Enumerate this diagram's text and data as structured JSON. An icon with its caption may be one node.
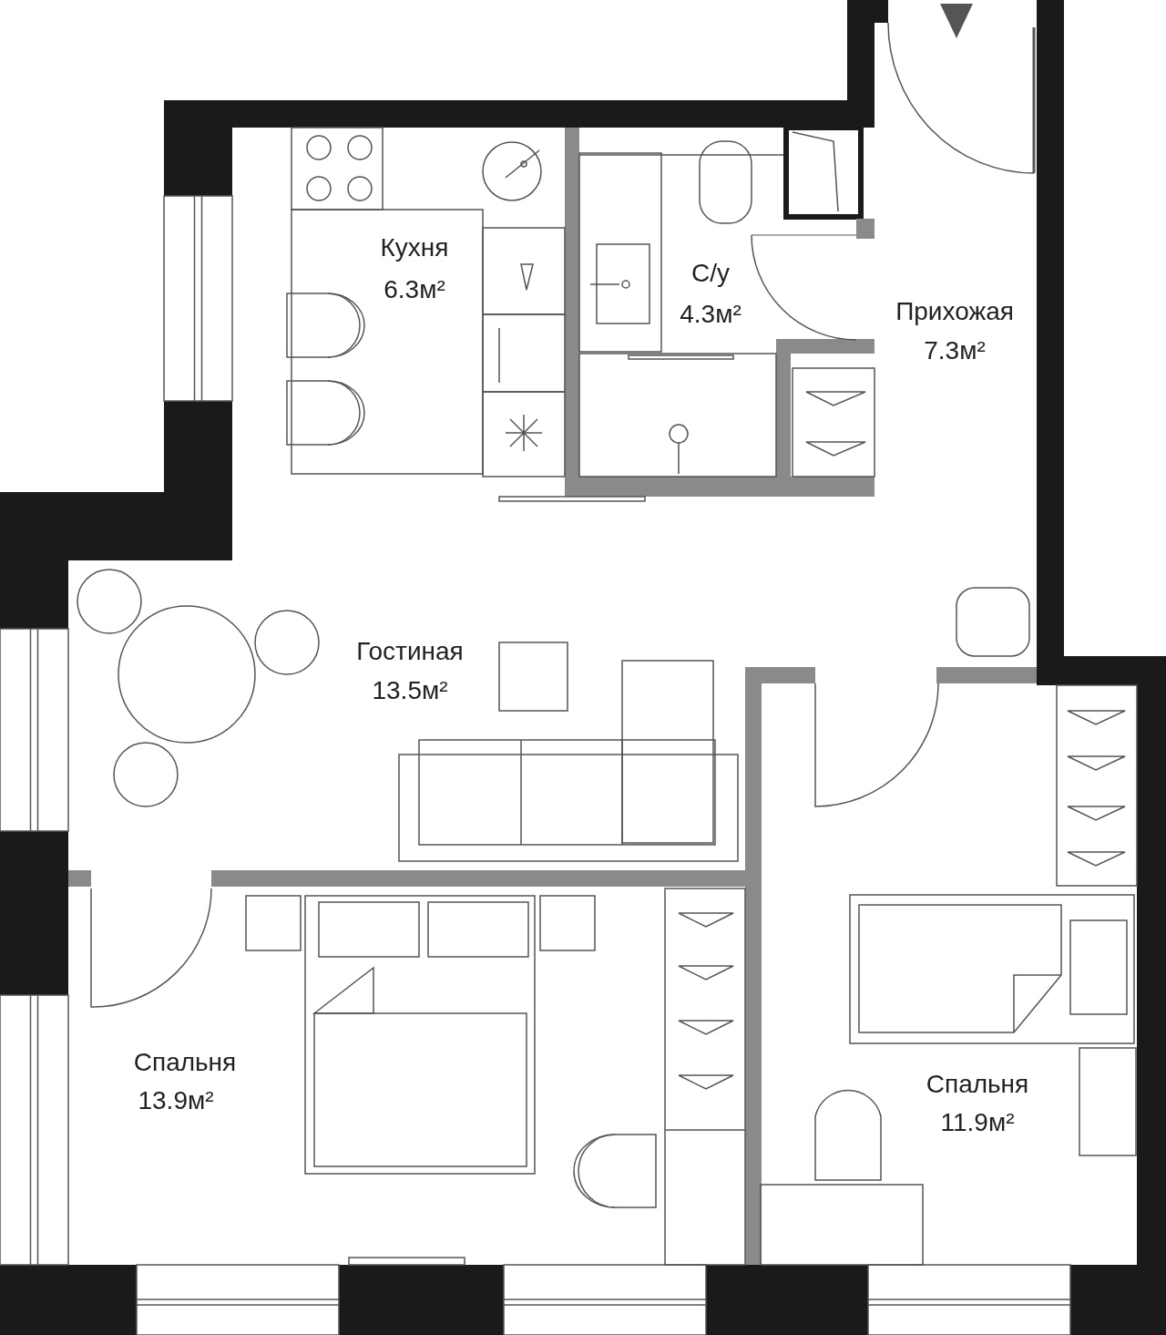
{
  "diagram": {
    "labels": [
      "Кухня",
      "6.3м²",
      "С/у",
      "4.3м²",
      "Прихожая",
      "7.3м²",
      "Гостиная",
      "13.5м²",
      "Спальня",
      "13.9м²",
      "Спальня",
      "11.9м²"
    ]
  }
}
